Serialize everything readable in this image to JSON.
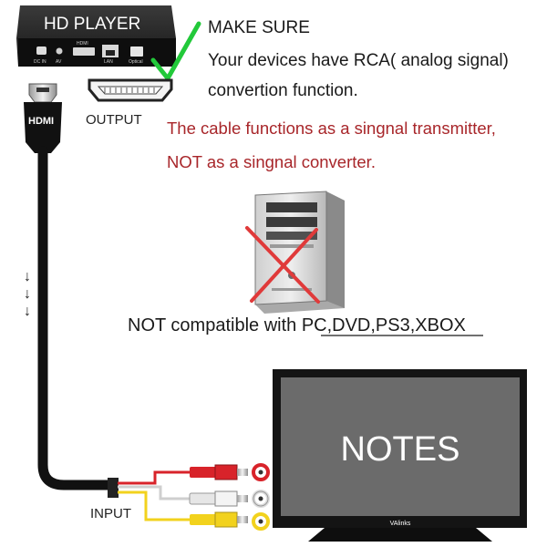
{
  "player": {
    "title": "HD PLAYER",
    "ports": [
      "DC IN",
      "AV",
      "HDMI",
      "LAN",
      "Optical"
    ]
  },
  "notes": {
    "heading": "MAKE SURE",
    "line1": "Your devices have RCA( analog signal)",
    "line2": "convertion function."
  },
  "warning": {
    "line1": "The cable functions as a singnal transmitter,",
    "line2": "NOT as a singnal converter."
  },
  "compatibility": {
    "prefix": "NOT compatible with ",
    "devices": "PC,DVD,PS3,XBOX"
  },
  "labels": {
    "output": "OUTPUT",
    "input": "INPUT",
    "hdmi": "HDMI"
  },
  "tv": {
    "screen_text": "NOTES",
    "brand": "VAlinks"
  },
  "colors": {
    "warning_text": "#a8262a",
    "check": "#22c93a",
    "cross": "#e03a3a",
    "rca_red": "#d8232a",
    "rca_white": "#e6e6e6",
    "rca_yellow": "#f2d21d",
    "tv_frame": "#141414",
    "tv_screen": "#6b6b6b"
  },
  "arrow_glyph": "↓"
}
